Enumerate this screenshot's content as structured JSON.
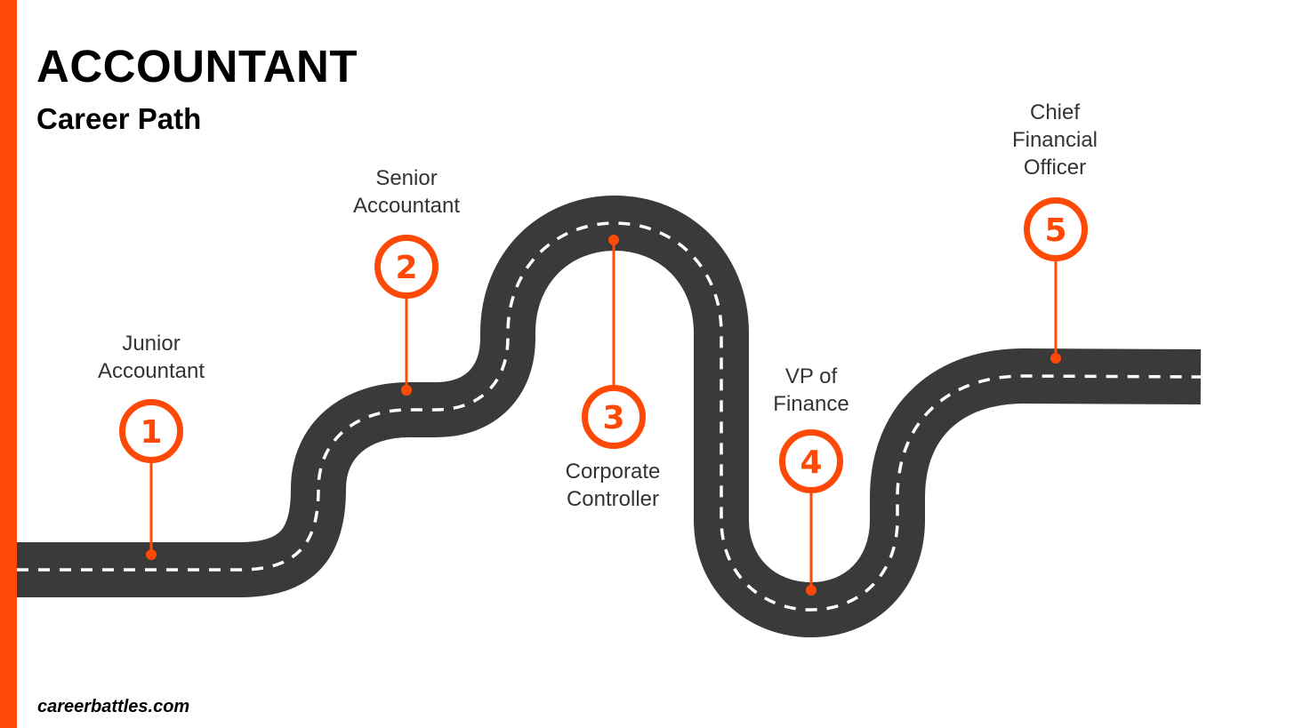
{
  "header": {
    "title": "ACCOUNTANT",
    "subtitle": "Career Path"
  },
  "footer": {
    "site": "careerbattles.com"
  },
  "colors": {
    "accent": "#FF4A07",
    "road": "#3A3A3A",
    "lane_marking": "#FFFFFF",
    "text": "#333333"
  },
  "steps": [
    {
      "number": "1",
      "lines": [
        "Junior",
        "Accountant"
      ]
    },
    {
      "number": "2",
      "lines": [
        "Senior",
        "Accountant"
      ]
    },
    {
      "number": "3",
      "lines": [
        "Corporate",
        "Controller"
      ]
    },
    {
      "number": "4",
      "lines": [
        "VP of",
        "Finance"
      ]
    },
    {
      "number": "5",
      "lines": [
        "Chief",
        "Financial",
        "Officer"
      ]
    }
  ]
}
